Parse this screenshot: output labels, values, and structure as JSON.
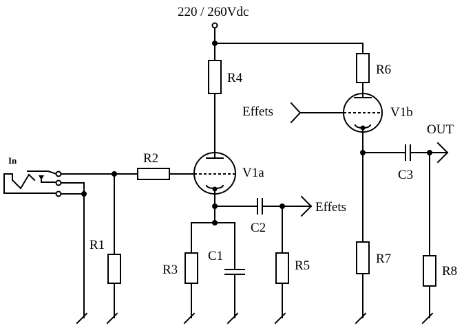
{
  "supply_label": "220 / 260Vdc",
  "input_label": "In",
  "output_label": "OUT",
  "effects_out_label": "Effets",
  "effects_in_label": "Effets",
  "components": {
    "R1": "R1",
    "R2": "R2",
    "R3": "R3",
    "R4": "R4",
    "R5": "R5",
    "R6": "R6",
    "R7": "R7",
    "R8": "R8",
    "C1": "C1",
    "C2": "C2",
    "C3": "C3",
    "V1a": "V1a",
    "V1b": "V1b"
  }
}
